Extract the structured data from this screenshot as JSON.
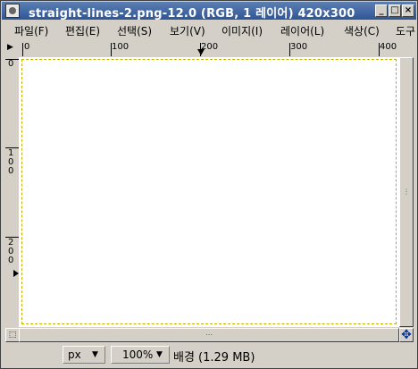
{
  "window": {
    "title": "straight-lines-2.png-12.0 (RGB, 1 레이어) 420x300",
    "minimize": "_",
    "maximize": "□",
    "close": "×"
  },
  "menu": [
    "파일(F)",
    "편집(E)",
    "선택(S)",
    "보기(V)",
    "이미지(I)",
    "레이어(L)",
    "색상(C)",
    "도구"
  ],
  "rulers": {
    "horizontal": [
      "0",
      "100",
      "200",
      "300",
      "400"
    ],
    "vertical": [
      "0",
      "100",
      "200"
    ]
  },
  "statusbar": {
    "unit": "px",
    "zoom": "100%",
    "info": "배경 (1.29 MB)"
  }
}
